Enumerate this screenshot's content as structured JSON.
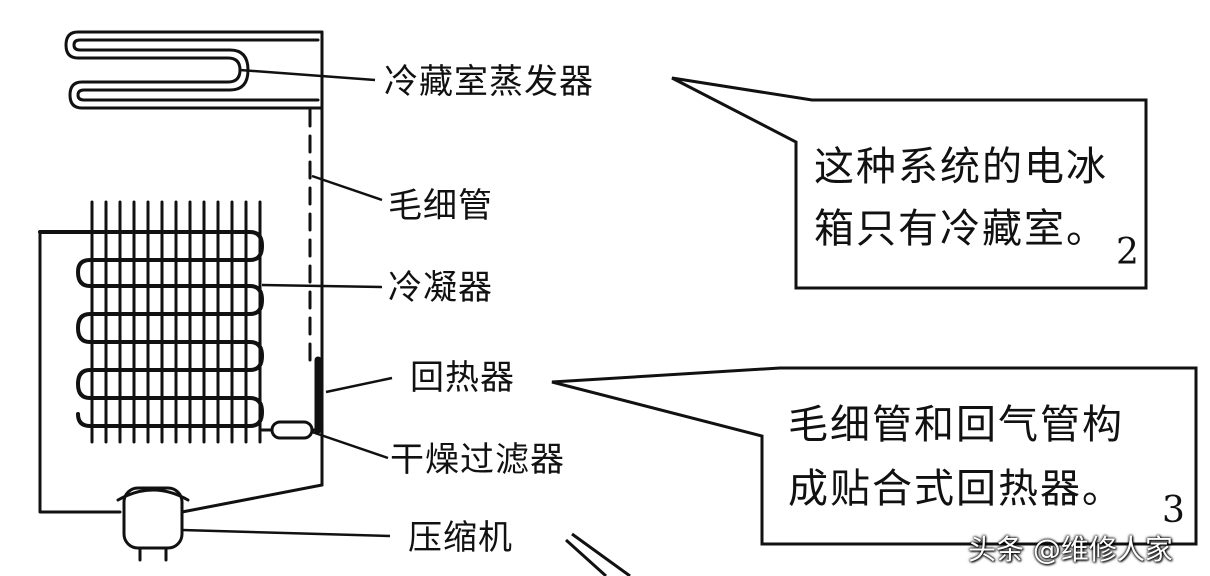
{
  "labels": {
    "evaporator": "冷藏室蒸发器",
    "capillary": "毛细管",
    "condenser": "冷凝器",
    "regenerator": "回热器",
    "filter_dryer": "干燥过滤器",
    "compressor": "压缩机"
  },
  "callouts": [
    {
      "lines": [
        "这种系统的电冰",
        "箱只有冷藏室。"
      ],
      "number": "2"
    },
    {
      "lines": [
        "毛细管和回气管构",
        "成贴合式回热器。"
      ],
      "number": "3"
    }
  ],
  "watermark": "头条 @维修人家"
}
